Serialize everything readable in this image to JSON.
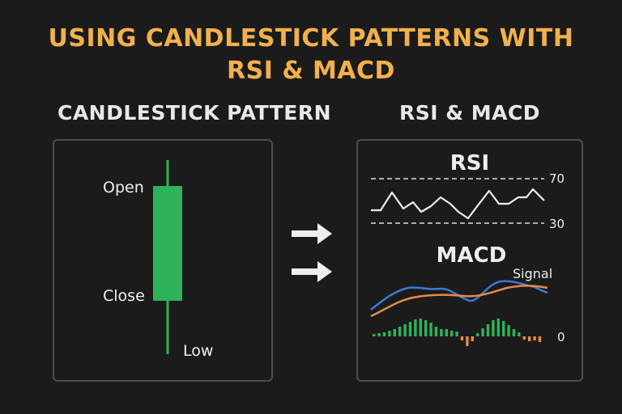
{
  "title": {
    "line1": "USING CANDLESTICK PATTERNS WITH",
    "line2": "RSI & MACD"
  },
  "candlestick_section": {
    "heading": "CANDLESTICK PATTERN",
    "labels": {
      "open": "Open",
      "close": "Close",
      "low": "Low"
    },
    "candle_color": "#2fb35a"
  },
  "indicators_section": {
    "heading": "RSI & MACD",
    "rsi": {
      "heading": "RSI",
      "upper_level": "70",
      "lower_level": "30"
    },
    "macd": {
      "heading": "MACD",
      "signal_label": "Signal",
      "zero_label": "0",
      "macd_color": "#3a7bd5",
      "signal_color": "#e8884a"
    }
  },
  "colors": {
    "title": "#f2b04c",
    "background": "#1b1b1b",
    "histogram_positive": "#2fb35a",
    "histogram_negative": "#e8884a"
  },
  "icons": [
    "arrow-right-icon",
    "arrow-right-icon"
  ]
}
